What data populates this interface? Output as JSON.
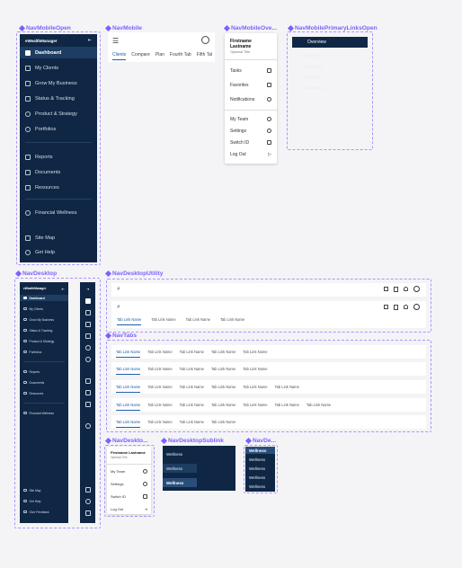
{
  "frames": {
    "nav_mobile_open": "NavMobileOpen",
    "nav_mobile": "NavMobile",
    "nav_mobile_overflow": "NavMobileOve...",
    "nav_mobile_primary_links_open": "NavMobilePrimaryLinksOpen",
    "nav_desktop": "NavDesktop",
    "nav_desktop_utility": "NavDesktopUtility",
    "nav_tabs": "NavTabs",
    "nav_desktop_overflow": "NavDeskto...",
    "nav_desktop_sublink": "NavDesktopSublink",
    "nav_desktop_small": "NavDe..."
  },
  "colors": {
    "navy": "#0f2744",
    "active": "#1d3d62",
    "accent": "#1f5ea8",
    "frame": "#7b61ff"
  },
  "mobile_open": {
    "brand": "eWealthManager",
    "items": [
      "Dashboard",
      "My Clients",
      "Grow My Business",
      "Status & Tracking",
      "Product & Strategy",
      "Portfolios"
    ],
    "secondary": [
      "Reports",
      "Documents",
      "Resources"
    ],
    "wellness": "Financial Wellness",
    "footer": [
      "Site Map",
      "Get Help"
    ]
  },
  "mobile": {
    "tabs": [
      "Clients",
      "Compare",
      "Plan",
      "Fourth Tab",
      "Fifth Tal"
    ]
  },
  "overflow_menu": {
    "name": "Firstname Lastname",
    "subtitle": "Optional Title",
    "group1": [
      "Tasks",
      "Favorites",
      "Notifications"
    ],
    "group2": [
      "My Team",
      "Settings",
      "Switch ID",
      "Log Out"
    ]
  },
  "primary_links": {
    "selected": "Overview"
  },
  "desktop": {
    "brand": "eWealthManager",
    "items": [
      "Dashboard",
      "My Clients",
      "Grow My Business",
      "Status & Tracking",
      "Product & Strategy",
      "Portfolios"
    ],
    "secondary": [
      "Reports",
      "Documents",
      "Resources"
    ],
    "wellness": "Financial Wellness",
    "footer": [
      "Site Map",
      "Get Help",
      "Give Feedback"
    ]
  },
  "utility": {
    "tabs": [
      "Tab Link Name",
      "Tab Link Name",
      "Tab Link Name",
      "Tab Link Name"
    ]
  },
  "nav_tabs": {
    "label": "Tab Link Name"
  },
  "desktop_overflow": {
    "name": "Firstname Lastname",
    "subtitle": "Optional Title",
    "items": [
      "My Team",
      "Settings",
      "Switch ID",
      "Log Out"
    ]
  },
  "sublink": {
    "items": [
      "Wellness",
      "Wellness",
      "Wellness"
    ]
  },
  "small": {
    "items": [
      "Wellness",
      "Wellness",
      "Wellness",
      "Wellness",
      "Wellness"
    ]
  }
}
